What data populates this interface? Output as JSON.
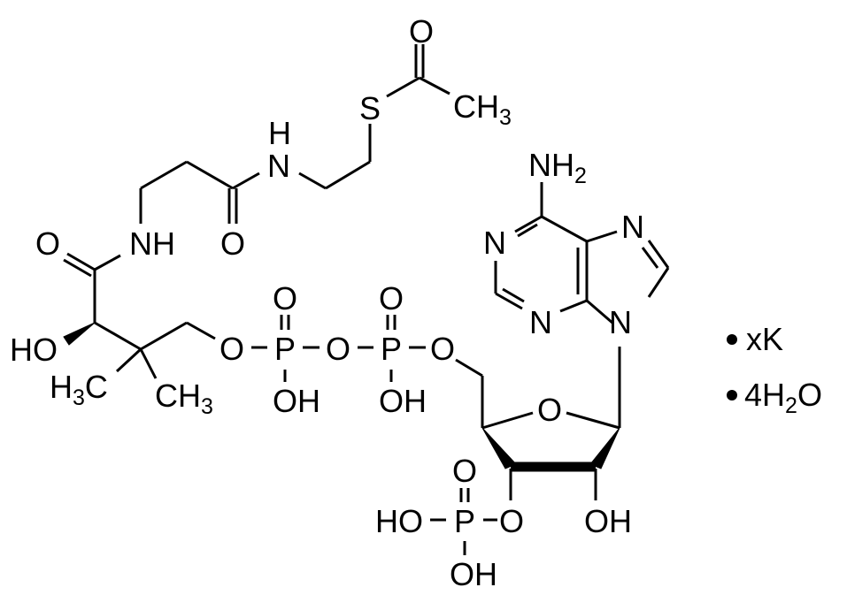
{
  "figure": {
    "type": "chemical-structure",
    "compound_fragments": {
      "thioester": {
        "carbonyl_O": "O",
        "methyl": "CH",
        "methyl_sub": "3",
        "sulfur": "S"
      },
      "amide_2": {
        "N": "N",
        "H": "H",
        "carbonyl_O": "O"
      },
      "amide_1": {
        "N": "NH",
        "carbonyl_O": "O"
      },
      "pantoate": {
        "hydroxyl": "HO",
        "methyl_left": "H",
        "methyl_left_sub": "3",
        "methyl_left_C": "C",
        "methyl_right": "CH",
        "methyl_right_sub": "3"
      },
      "pyrophosphate": {
        "O_link_1": "O",
        "P1": "P",
        "P1_oxo": "O",
        "P1_OH": "OH",
        "O_bridge": "O",
        "P2": "P",
        "P2_oxo": "O",
        "P2_OH": "OH",
        "O_link_2": "O"
      },
      "ribose": {
        "ring_O": "O",
        "C2_OH": "OH",
        "C3_O": "O"
      },
      "phosphate_3": {
        "P": "P",
        "oxo": "O",
        "HO": "HO",
        "OH": "OH"
      },
      "adenine": {
        "amine": "NH",
        "amine_sub": "2",
        "N1": "N",
        "N3": "N",
        "N7": "N",
        "N9": "N"
      }
    },
    "salt_annotations": [
      {
        "bullet": "•",
        "text": "xK"
      },
      {
        "bullet": "•",
        "text_prefix": "4H",
        "text_sub": "2",
        "text_suffix": "O"
      }
    ],
    "colors": {
      "ink": "#000000",
      "background": "#ffffff"
    }
  }
}
